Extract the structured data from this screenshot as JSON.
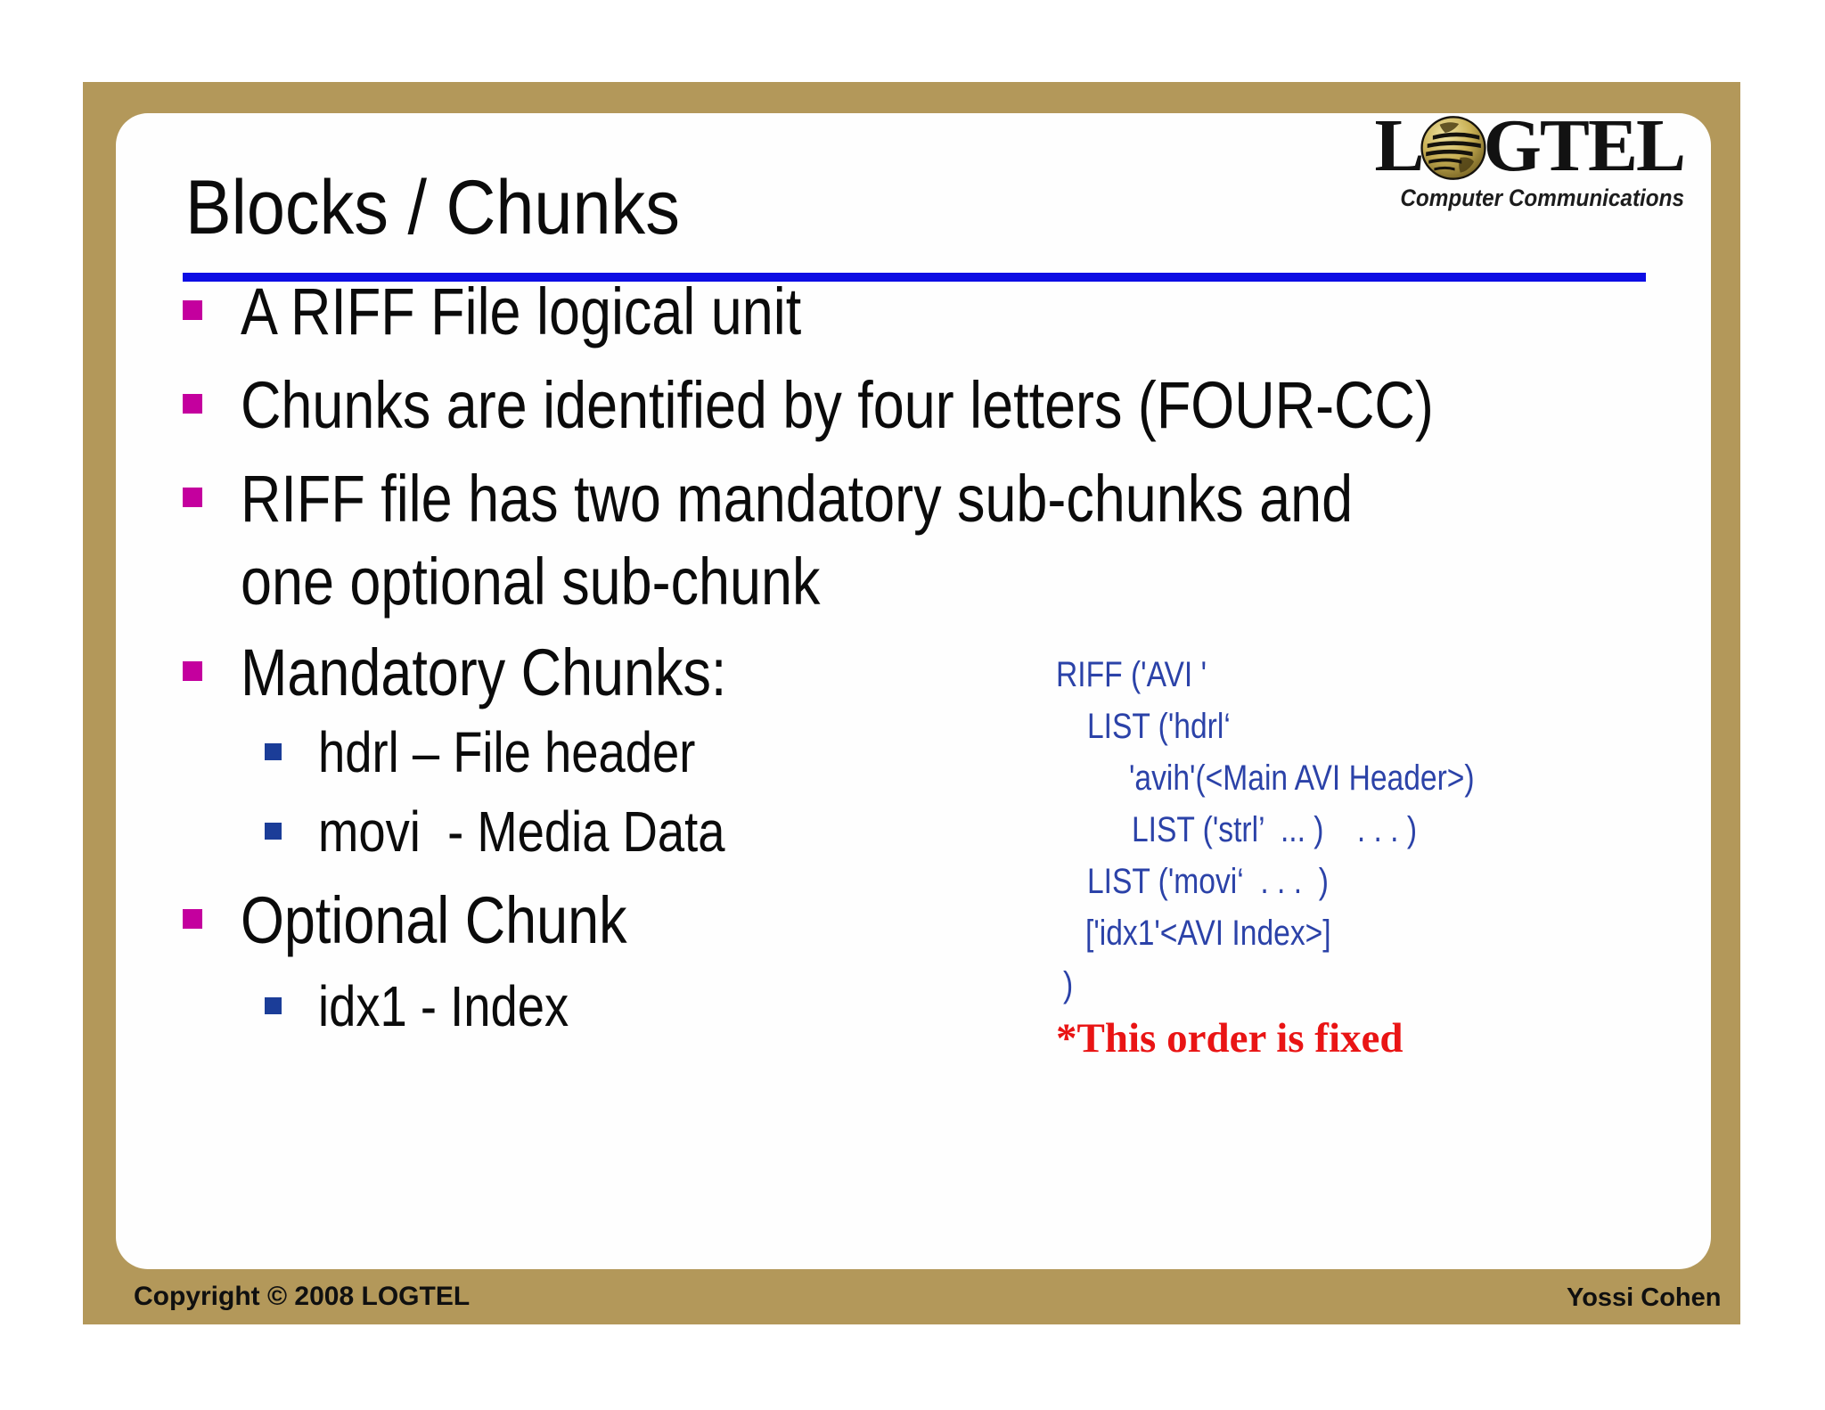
{
  "slide": {
    "logo": {
      "l": "L",
      "rest": "GTEL",
      "tagline": "Computer Communications"
    },
    "title": "Blocks / Chunks",
    "bullets": [
      {
        "level": 1,
        "text": "A RIFF File logical unit"
      },
      {
        "level": 1,
        "text": "Chunks are identified by four letters (FOUR-CC)"
      },
      {
        "level": 1,
        "text": "RIFF file has two mandatory sub-chunks and\none optional sub-chunk"
      },
      {
        "level": 1,
        "text": "Mandatory Chunks:"
      },
      {
        "level": 2,
        "text": "hdrl – File header"
      },
      {
        "level": 2,
        "text": "movi  - Media Data"
      },
      {
        "level": 1,
        "text": "Optional Chunk"
      },
      {
        "level": 2,
        "text": "idx1 - Index"
      }
    ],
    "code": {
      "lines": [
        "RIFF ('AVI '",
        "LIST ('hdrl‘",
        "'avih'(<Main AVI Header>)",
        "LIST ('strl’  ... )    . . . )",
        "LIST ('movi‘  . . .  )",
        "['idx1'<AVI Index>]",
        ")"
      ],
      "note": "*This order is fixed"
    },
    "footer": {
      "copyright": "Copyright © 2008 LOGTEL",
      "author": "Yossi Cohen"
    },
    "colors": {
      "frame_gold": "#b3985a",
      "rule_blue": "#0d0de4",
      "bullet_magenta": "#c4009e",
      "bullet_navy": "#1b3d98",
      "code_blue": "#2b42a8",
      "note_red": "#e91414"
    }
  }
}
